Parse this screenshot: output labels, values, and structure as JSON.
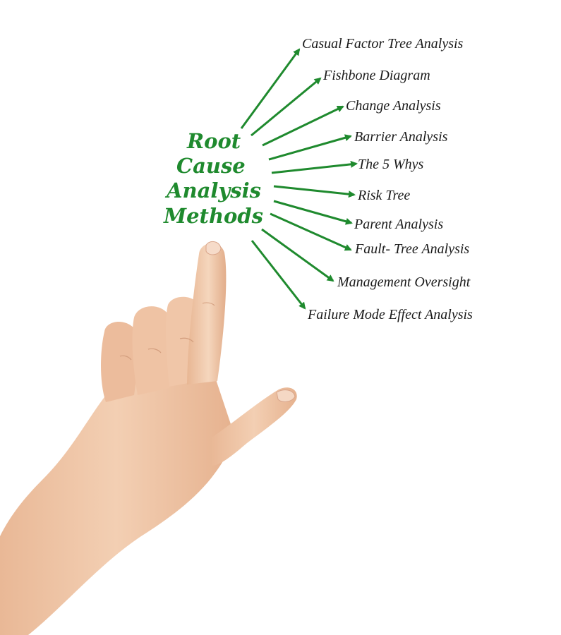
{
  "diagram": {
    "title_lines": [
      "Root",
      "Cause",
      "Analysis",
      "Methods"
    ],
    "methods": [
      "Casual Factor Tree Analysis",
      "Fishbone Diagram",
      "Change Analysis",
      "Barrier Analysis",
      "The 5 Whys",
      "Risk Tree",
      "Parent Analysis",
      "Fault- Tree  Analysis",
      "Management Oversight",
      "Failure Mode Effect Analysis"
    ]
  },
  "colors": {
    "title": "#1f8a2e",
    "arrow": "#1f8a2e",
    "text": "#1a1a1a",
    "background": "#ffffff",
    "skin": "#efc4a6"
  }
}
